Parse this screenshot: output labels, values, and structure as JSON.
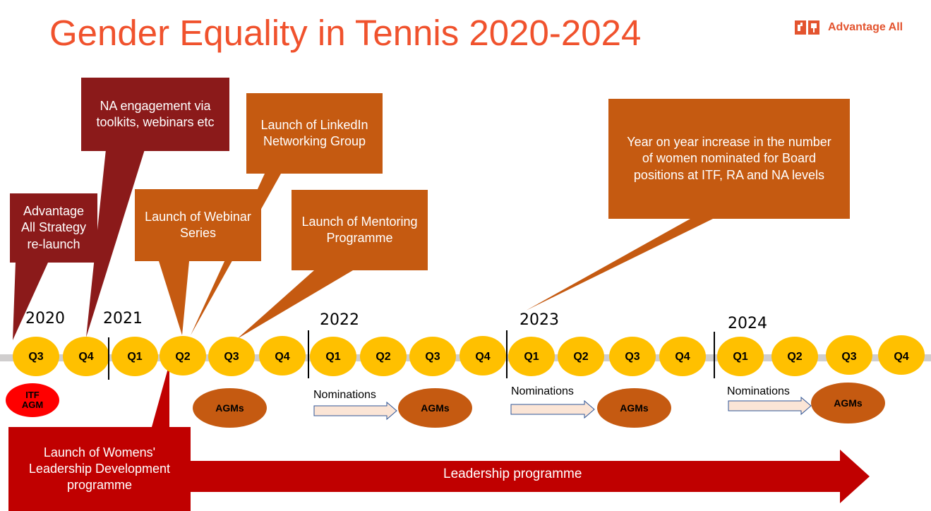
{
  "title": "Gender Equality in Tennis 2020-2024",
  "logo": {
    "text": "Advantage All"
  },
  "callouts": {
    "advantage_all": "Advantage All Strategy re-launch",
    "na_engagement": "NA engagement via toolkits, webinars etc",
    "webinar_series": "Launch of Webinar Series",
    "linkedin": "Launch of LinkedIn Networking Group",
    "mentoring": "Launch of Mentoring Programme",
    "board": "Year on year increase in the number of women nominated for Board positions at ITF, RA and NA levels",
    "womens_leadership": "Launch of Womens' Leadership Development programme"
  },
  "years": [
    "2020",
    "2021",
    "2022",
    "2023",
    "2024"
  ],
  "quarters": [
    "Q3",
    "Q4",
    "Q1",
    "Q2",
    "Q3",
    "Q4",
    "Q1",
    "Q2",
    "Q3",
    "Q4",
    "Q1",
    "Q2",
    "Q3",
    "Q4",
    "Q1",
    "Q2",
    "Q3",
    "Q4"
  ],
  "events": {
    "itf_agm": "ITF AGM",
    "agms": "AGMs",
    "nominations": "Nominations"
  },
  "leadership": "Leadership programme",
  "colors": {
    "title": "#f0522d",
    "dark_red": "#8b1a1a",
    "orange": "#c55a11",
    "red": "#c00000",
    "quarter_circle": "#ffc000",
    "itf_agm": "#ff0000",
    "agm_oval": "#c55a11",
    "arrow_fill": "#fbe5d6",
    "arrow_border": "#2f5597"
  }
}
